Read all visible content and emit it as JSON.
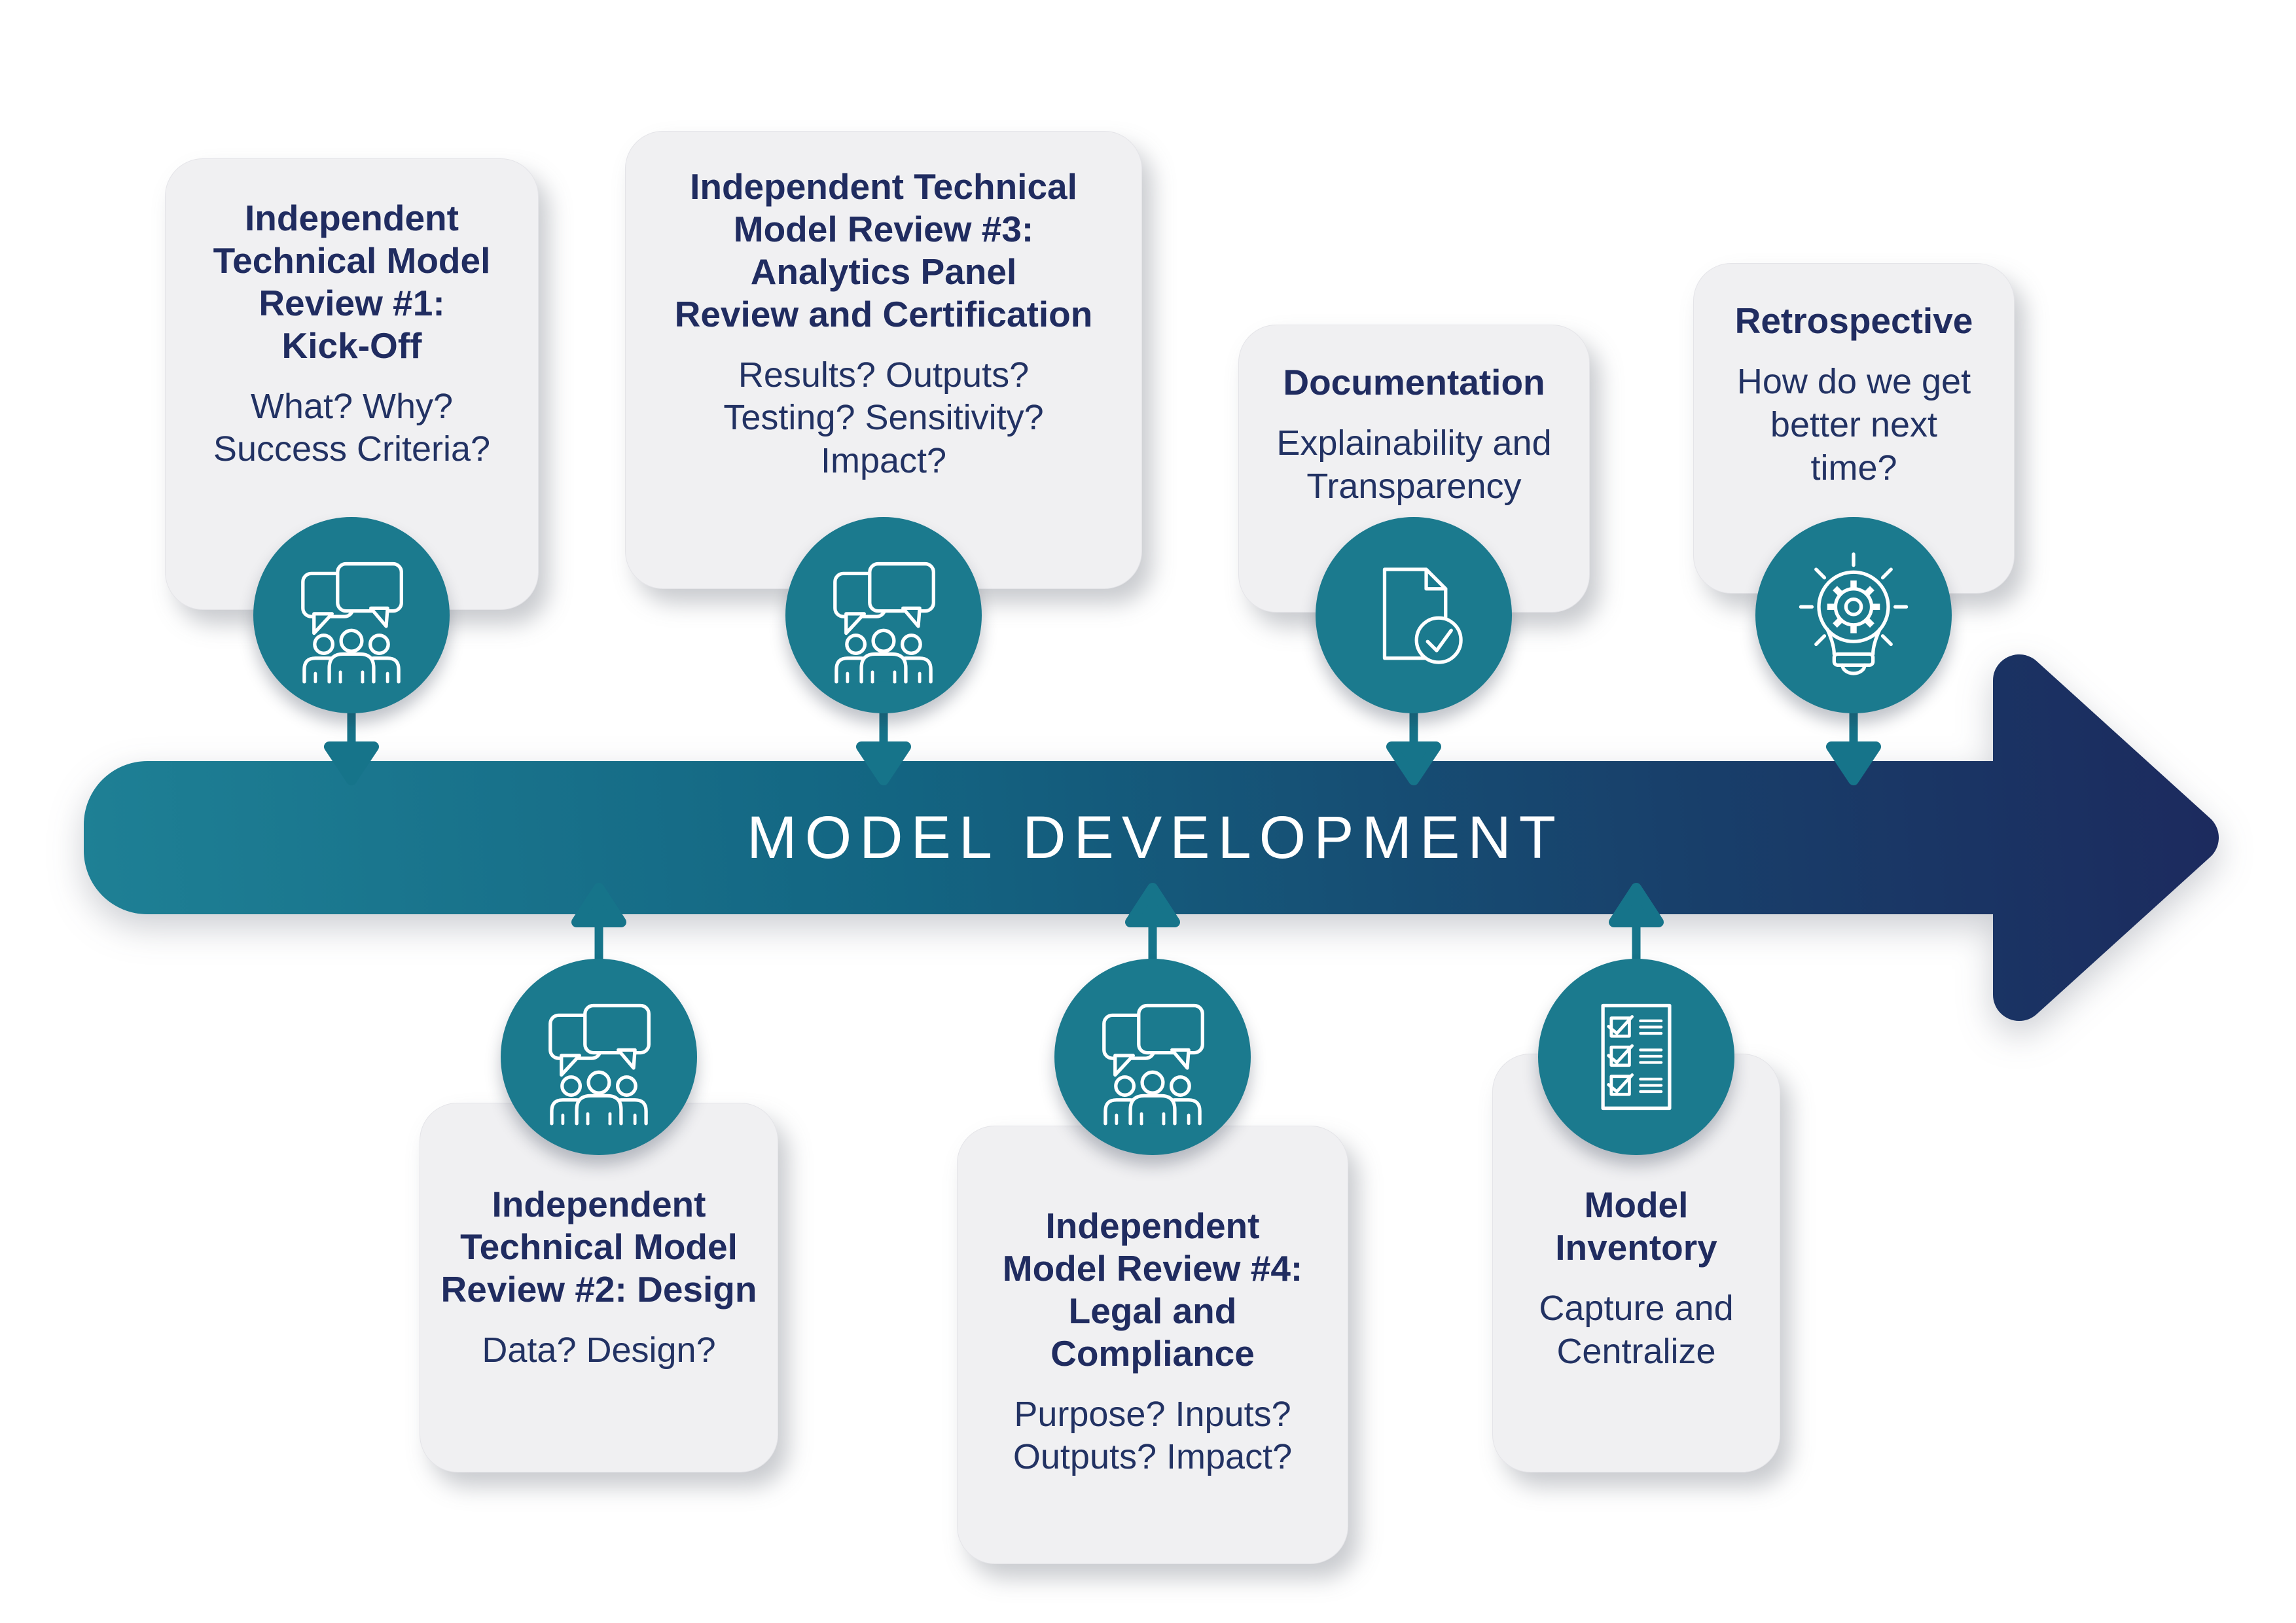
{
  "banner": {
    "label": "MODEL DEVELOPMENT"
  },
  "colors": {
    "circle_teal": "#1B7A8E",
    "connector_teal": "#16748A",
    "arrow_gradient_start": "#1E8095",
    "arrow_gradient_mid": "#136582",
    "arrow_gradient_end": "#1C2A5E",
    "card_background": "#F0F0F2",
    "title_navy": "#202C60",
    "banner_text": "#FFFFFF"
  },
  "top_cards": [
    {
      "title": "Independent\nTechnical Model\nReview #1:\nKick-Off",
      "subtitle": "What? Why?\nSuccess Criteria?",
      "icon": "people-chat-icon"
    },
    {
      "title": "Independent Technical\nModel Review #3:\nAnalytics Panel\nReview and Certification",
      "subtitle": "Results? Outputs?\nTesting? Sensitivity?\nImpact?",
      "icon": "people-chat-icon"
    },
    {
      "title": "Documentation",
      "subtitle": "Explainability and\nTransparency",
      "icon": "document-check-icon"
    },
    {
      "title": "Retrospective",
      "subtitle": "How do we get\nbetter next\ntime?",
      "icon": "lightbulb-gear-icon"
    }
  ],
  "bottom_cards": [
    {
      "title": "Independent\nTechnical Model\nReview #2: Design",
      "subtitle": "Data? Design?",
      "icon": "people-chat-icon"
    },
    {
      "title": "Independent\nModel Review #4:\nLegal and\nCompliance",
      "subtitle": "Purpose? Inputs?\nOutputs? Impact?",
      "icon": "people-chat-icon"
    },
    {
      "title": "Model\nInventory",
      "subtitle": "Capture and\nCentralize",
      "icon": "checklist-icon"
    }
  ]
}
